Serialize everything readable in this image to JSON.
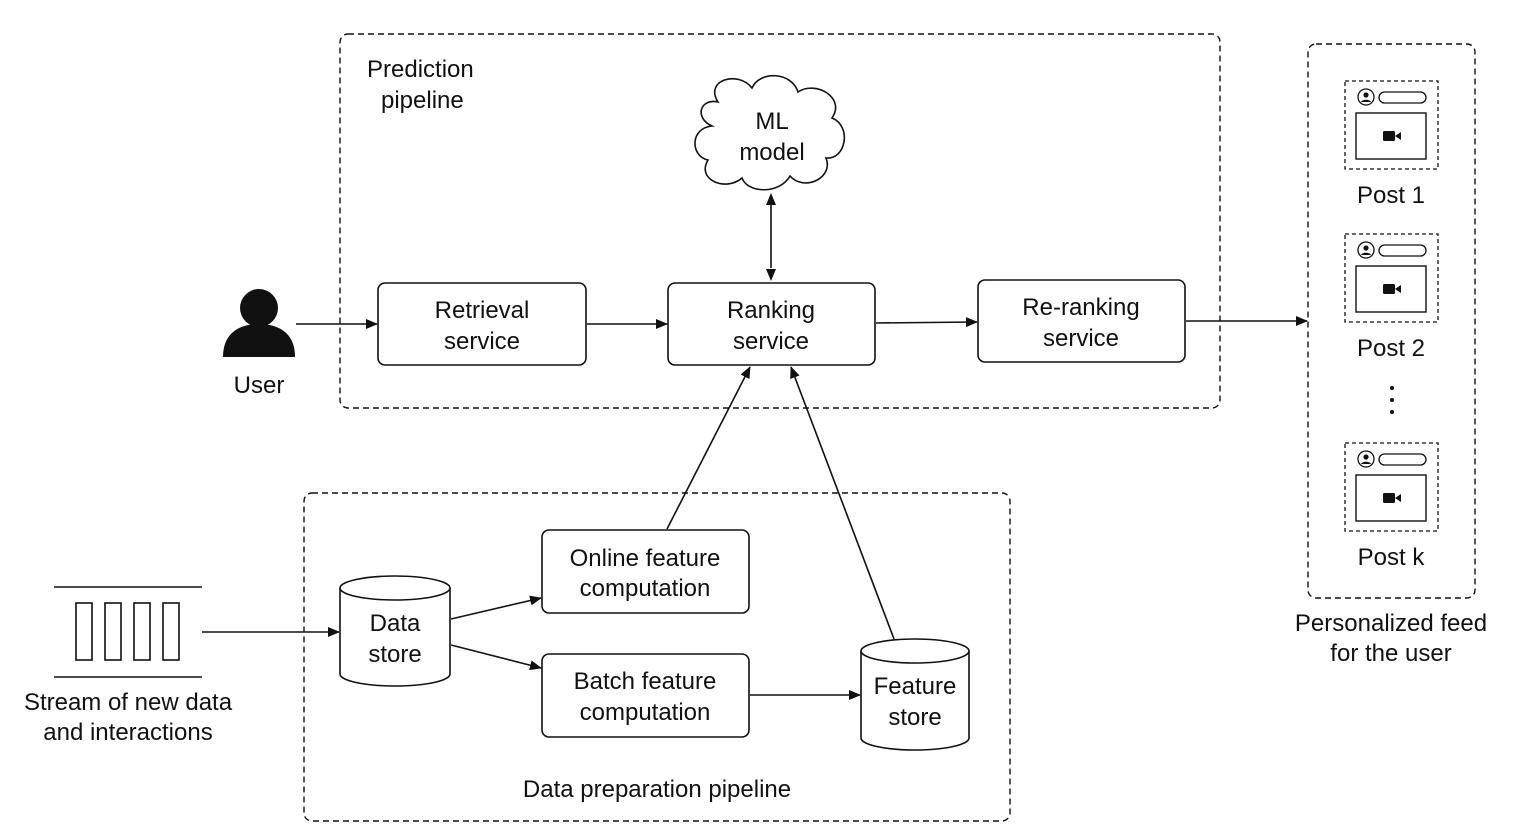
{
  "prediction_pipeline": {
    "label_line1": "Prediction",
    "label_line2": "pipeline"
  },
  "ml_model": {
    "line1": "ML",
    "line2": "model"
  },
  "user": {
    "label": "User"
  },
  "retrieval_service": {
    "line1": "Retrieval",
    "line2": "service"
  },
  "ranking_service": {
    "line1": "Ranking",
    "line2": "service"
  },
  "reranking_service": {
    "line1": "Re-ranking",
    "line2": "service"
  },
  "feed": {
    "posts": [
      "Post 1",
      "Post 2",
      "Post k"
    ],
    "ellipsis": ":",
    "caption_line1": "Personalized feed",
    "caption_line2": "for the user"
  },
  "data_preparation_pipeline": {
    "label": "Data preparation pipeline"
  },
  "stream": {
    "line1": "Stream of new data",
    "line2": "and interactions"
  },
  "data_store": {
    "line1": "Data",
    "line2": "store"
  },
  "online_feature": {
    "line1": "Online feature",
    "line2": "computation"
  },
  "batch_feature": {
    "line1": "Batch feature",
    "line2": "computation"
  },
  "feature_store": {
    "line1": "Feature",
    "line2": "store"
  }
}
